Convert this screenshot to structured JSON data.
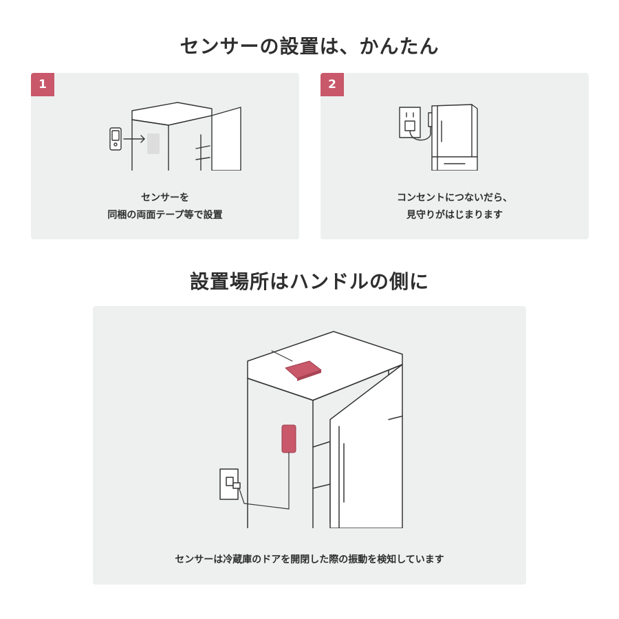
{
  "section1": {
    "title": "センサーの設置は、かんたん",
    "steps": [
      {
        "number": "1",
        "line1": "センサーを",
        "line2": "同梱の両面テープ等で設置"
      },
      {
        "number": "2",
        "line1": "コンセントにつないだら、",
        "line2": "見守りがはじまります"
      }
    ]
  },
  "section2": {
    "title": "設置場所はハンドルの側に",
    "caption": "センサーは冷蔵庫のドアを開閉した際の振動を検知しています"
  },
  "colors": {
    "accent": "#c8586a",
    "card_background": "#eef0f0",
    "line_art": "#333333"
  },
  "icons": [
    "refrigerator-icon",
    "sensor-device-icon",
    "power-outlet-icon",
    "plug-icon",
    "arrow-icon"
  ]
}
